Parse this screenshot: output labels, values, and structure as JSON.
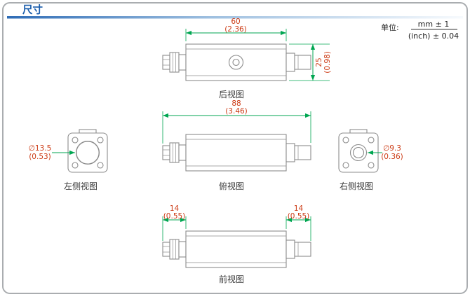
{
  "header": {
    "title": "尺寸",
    "unit_label": "单位:",
    "unit_mm": "mm ± 1",
    "unit_inch": "(inch) ± 0.04"
  },
  "views": {
    "rear": {
      "label": "后视图",
      "width_mm": "60",
      "width_inch": "(2.36)",
      "height_mm": "25",
      "height_inch": "(0.98)"
    },
    "top": {
      "label": "俯视图",
      "length_mm": "88",
      "length_inch": "(3.46)"
    },
    "left_side": {
      "label": "左侧视图",
      "diameter_mm": "∅13.5",
      "diameter_inch": "(0.53)"
    },
    "right_side": {
      "label": "右侧视图",
      "diameter_mm": "∅9.3",
      "diameter_inch": "(0.36)"
    },
    "front": {
      "label": "前视图",
      "left_length_mm": "14",
      "left_length_inch": "(0.55)",
      "right_length_mm": "14",
      "right_length_inch": "(0.55)"
    }
  },
  "colors": {
    "title": "#1a5dab",
    "dimension_line": "#00a651",
    "dimension_text": "#cc3a14",
    "outline": "#8c8c8c"
  }
}
